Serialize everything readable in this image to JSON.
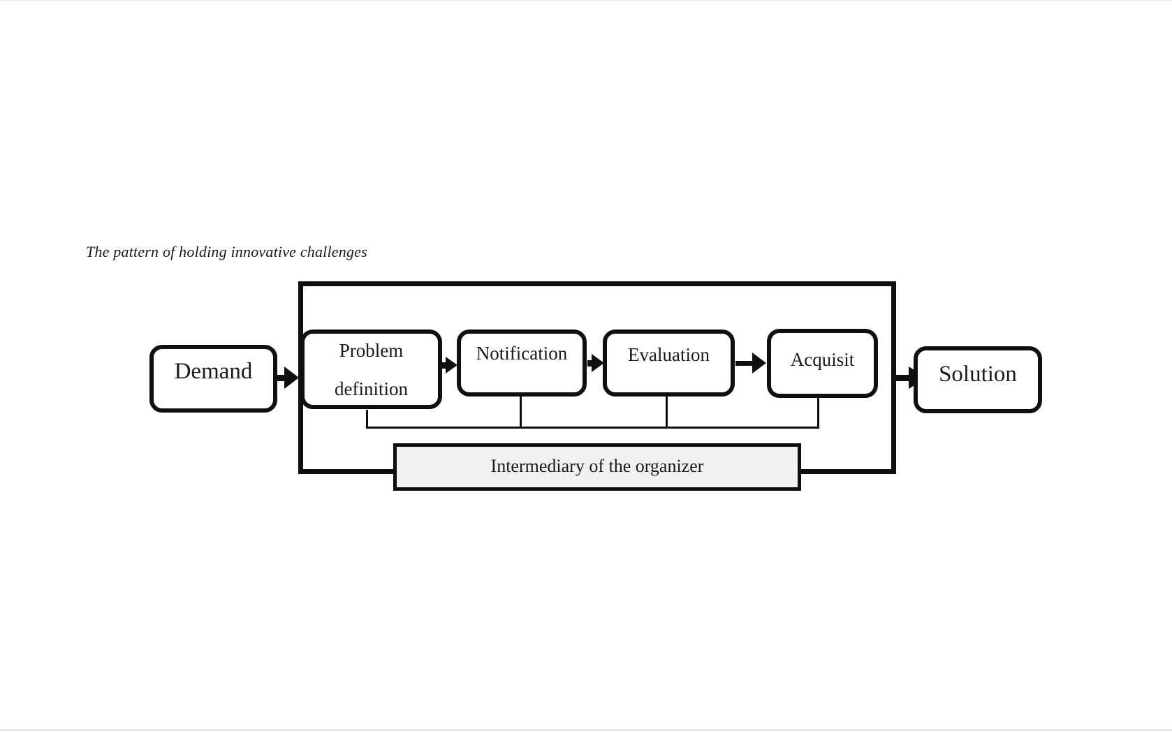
{
  "figure": {
    "caption": "The pattern of holding innovative challenges"
  },
  "colors": {
    "ink": "#0f0f0f",
    "box_fill": "#ffffff",
    "intermediary_fill": "#f1f1f1",
    "page_bg": "#ffffff",
    "hairline": "#dedede"
  },
  "diagram": {
    "nodes": [
      {
        "id": "demand",
        "label": "Demand"
      },
      {
        "id": "problem-definition",
        "label": "Problem definition",
        "line1": "Problem",
        "line2": "definition"
      },
      {
        "id": "notification",
        "label": "Notification"
      },
      {
        "id": "evaluation",
        "label": "Evaluation"
      },
      {
        "id": "acquisit",
        "label": "Acquisit"
      },
      {
        "id": "solution",
        "label": "Solution"
      },
      {
        "id": "intermediary",
        "label": "Intermediary of the organizer"
      }
    ],
    "edges": [
      {
        "from": "Demand",
        "to": "Problem definition",
        "type": "arrow"
      },
      {
        "from": "Problem definition",
        "to": "Notification",
        "type": "arrow"
      },
      {
        "from": "Notification",
        "to": "Evaluation",
        "type": "arrow"
      },
      {
        "from": "Evaluation",
        "to": "Acquisit",
        "type": "arrow"
      },
      {
        "from": "Acquisit",
        "to": "Solution",
        "type": "arrow"
      },
      {
        "from": "Problem definition",
        "to": "Intermediary of the organizer",
        "type": "bus-connector"
      },
      {
        "from": "Notification",
        "to": "Intermediary of the organizer",
        "type": "bus-connector"
      },
      {
        "from": "Evaluation",
        "to": "Intermediary of the organizer",
        "type": "bus-connector"
      },
      {
        "from": "Acquisit",
        "to": "Intermediary of the organizer",
        "type": "bus-connector"
      }
    ]
  }
}
